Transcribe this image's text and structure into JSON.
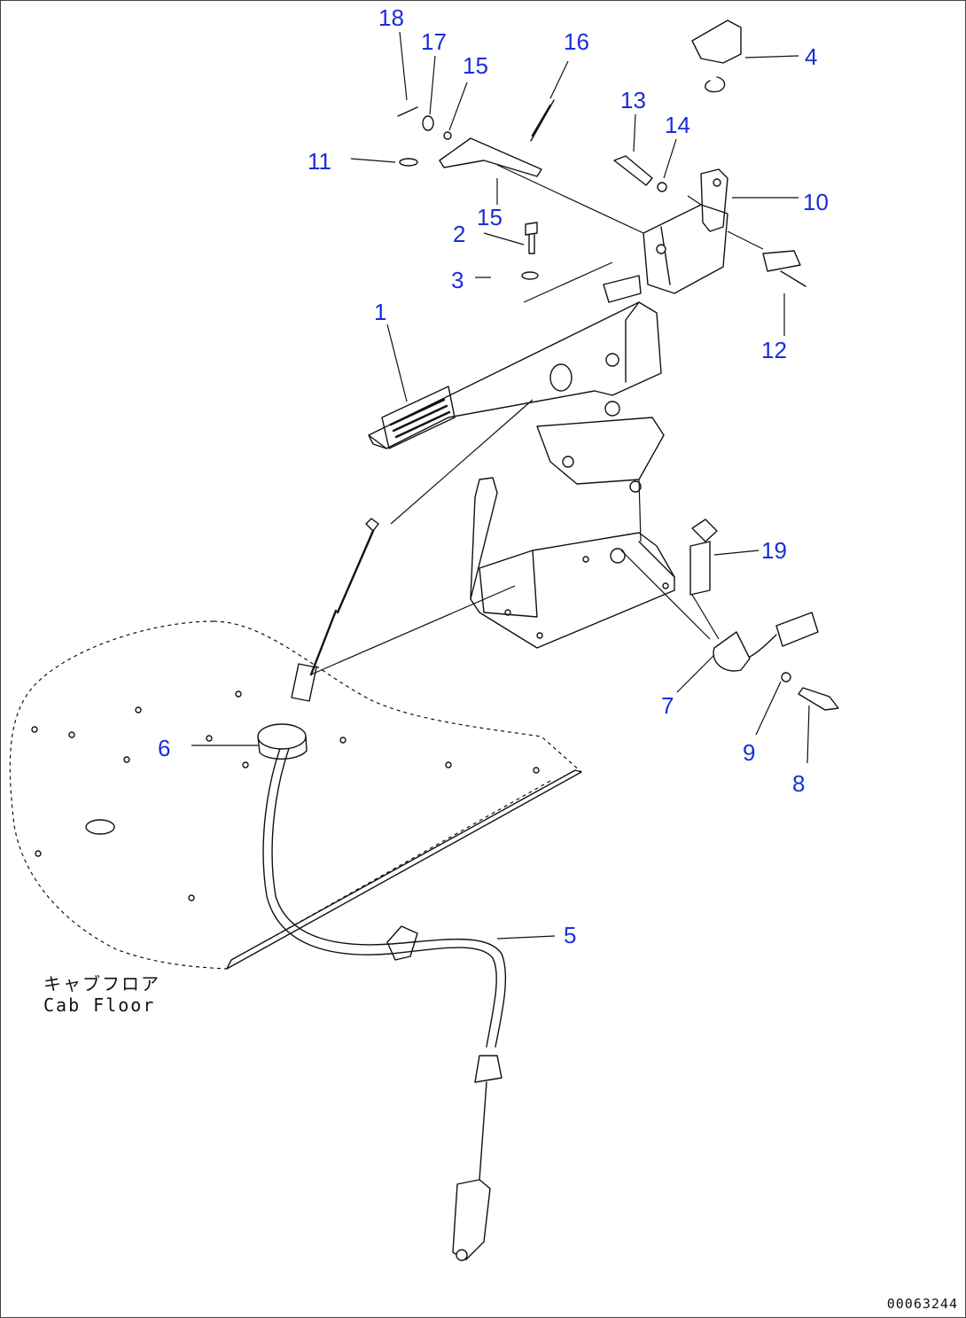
{
  "diagram": {
    "callouts": [
      {
        "id": "1",
        "label": "1"
      },
      {
        "id": "2",
        "label": "2"
      },
      {
        "id": "3",
        "label": "3"
      },
      {
        "id": "4",
        "label": "4"
      },
      {
        "id": "5",
        "label": "5"
      },
      {
        "id": "6",
        "label": "6"
      },
      {
        "id": "7",
        "label": "7"
      },
      {
        "id": "8",
        "label": "8"
      },
      {
        "id": "9",
        "label": "9"
      },
      {
        "id": "10",
        "label": "10"
      },
      {
        "id": "11",
        "label": "11"
      },
      {
        "id": "12",
        "label": "12"
      },
      {
        "id": "13",
        "label": "13"
      },
      {
        "id": "14",
        "label": "14"
      },
      {
        "id": "15a",
        "label": "15"
      },
      {
        "id": "15b",
        "label": "15"
      },
      {
        "id": "16",
        "label": "16"
      },
      {
        "id": "17",
        "label": "17"
      },
      {
        "id": "18",
        "label": "18"
      },
      {
        "id": "19",
        "label": "19"
      }
    ],
    "floor_label_jp": "キャブフロア",
    "floor_label_en": "Cab Floor",
    "document_code": "00063244",
    "callout_color": "#1a2fd6",
    "line_color": "#111111"
  }
}
